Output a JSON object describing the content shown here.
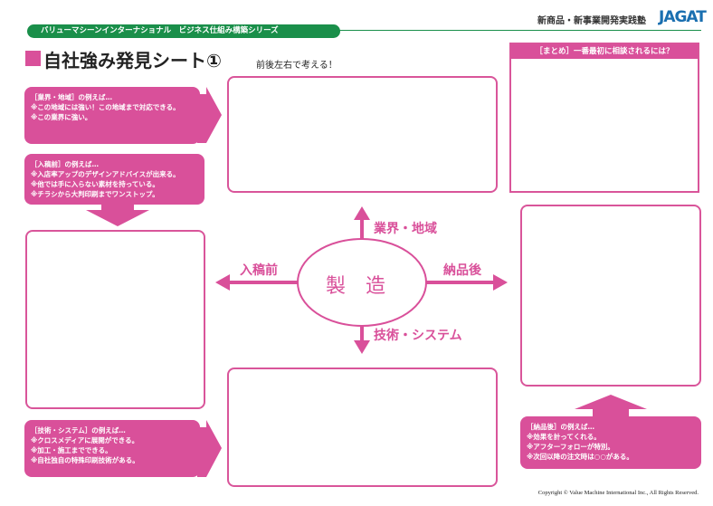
{
  "header": {
    "series": "バリューマシーンインターナショナル　ビジネス仕組み構築シリーズ",
    "org": "新商品・新事業開発実践塾",
    "logo": "JAGAT"
  },
  "title": "自社強み発見シート①",
  "subtitle": "前後左右で考える！",
  "summary": {
    "heading": "［まとめ］一番最初に相談されるには？"
  },
  "center": {
    "label": "製　造",
    "up": "業界・地域",
    "down": "技術・システム",
    "left": "入稿前",
    "right": "納品後"
  },
  "callouts": {
    "industry": [
      "［業界・地域］の例えば…",
      "※この地域には強い！この地域まで対応できる。",
      "※この業界に強い。"
    ],
    "before": [
      "［入稿前］の例えば…",
      "※入店率アップのデザインアドバイスが出来る。",
      "※他では手に入らない素材を持っている。",
      "※チラシから大判印刷までワンストップ。"
    ],
    "tech": [
      "［技術・システム］の例えば…",
      "※クロスメディアに展開ができる。",
      "※加工・施工までできる。",
      "※自社独自の特殊印刷技術がある。"
    ],
    "after": [
      "［納品後］の例えば…",
      "※効果を計ってくれる。",
      "※アフターフォローが特別。",
      "※次回以降の注文時は○○がある。"
    ]
  },
  "footer": {
    "copyright": "Copyright © Value Machine International Inc., All Rights Reserved."
  },
  "colors": {
    "pink": "#d9509a",
    "green": "#1a8f4a"
  }
}
